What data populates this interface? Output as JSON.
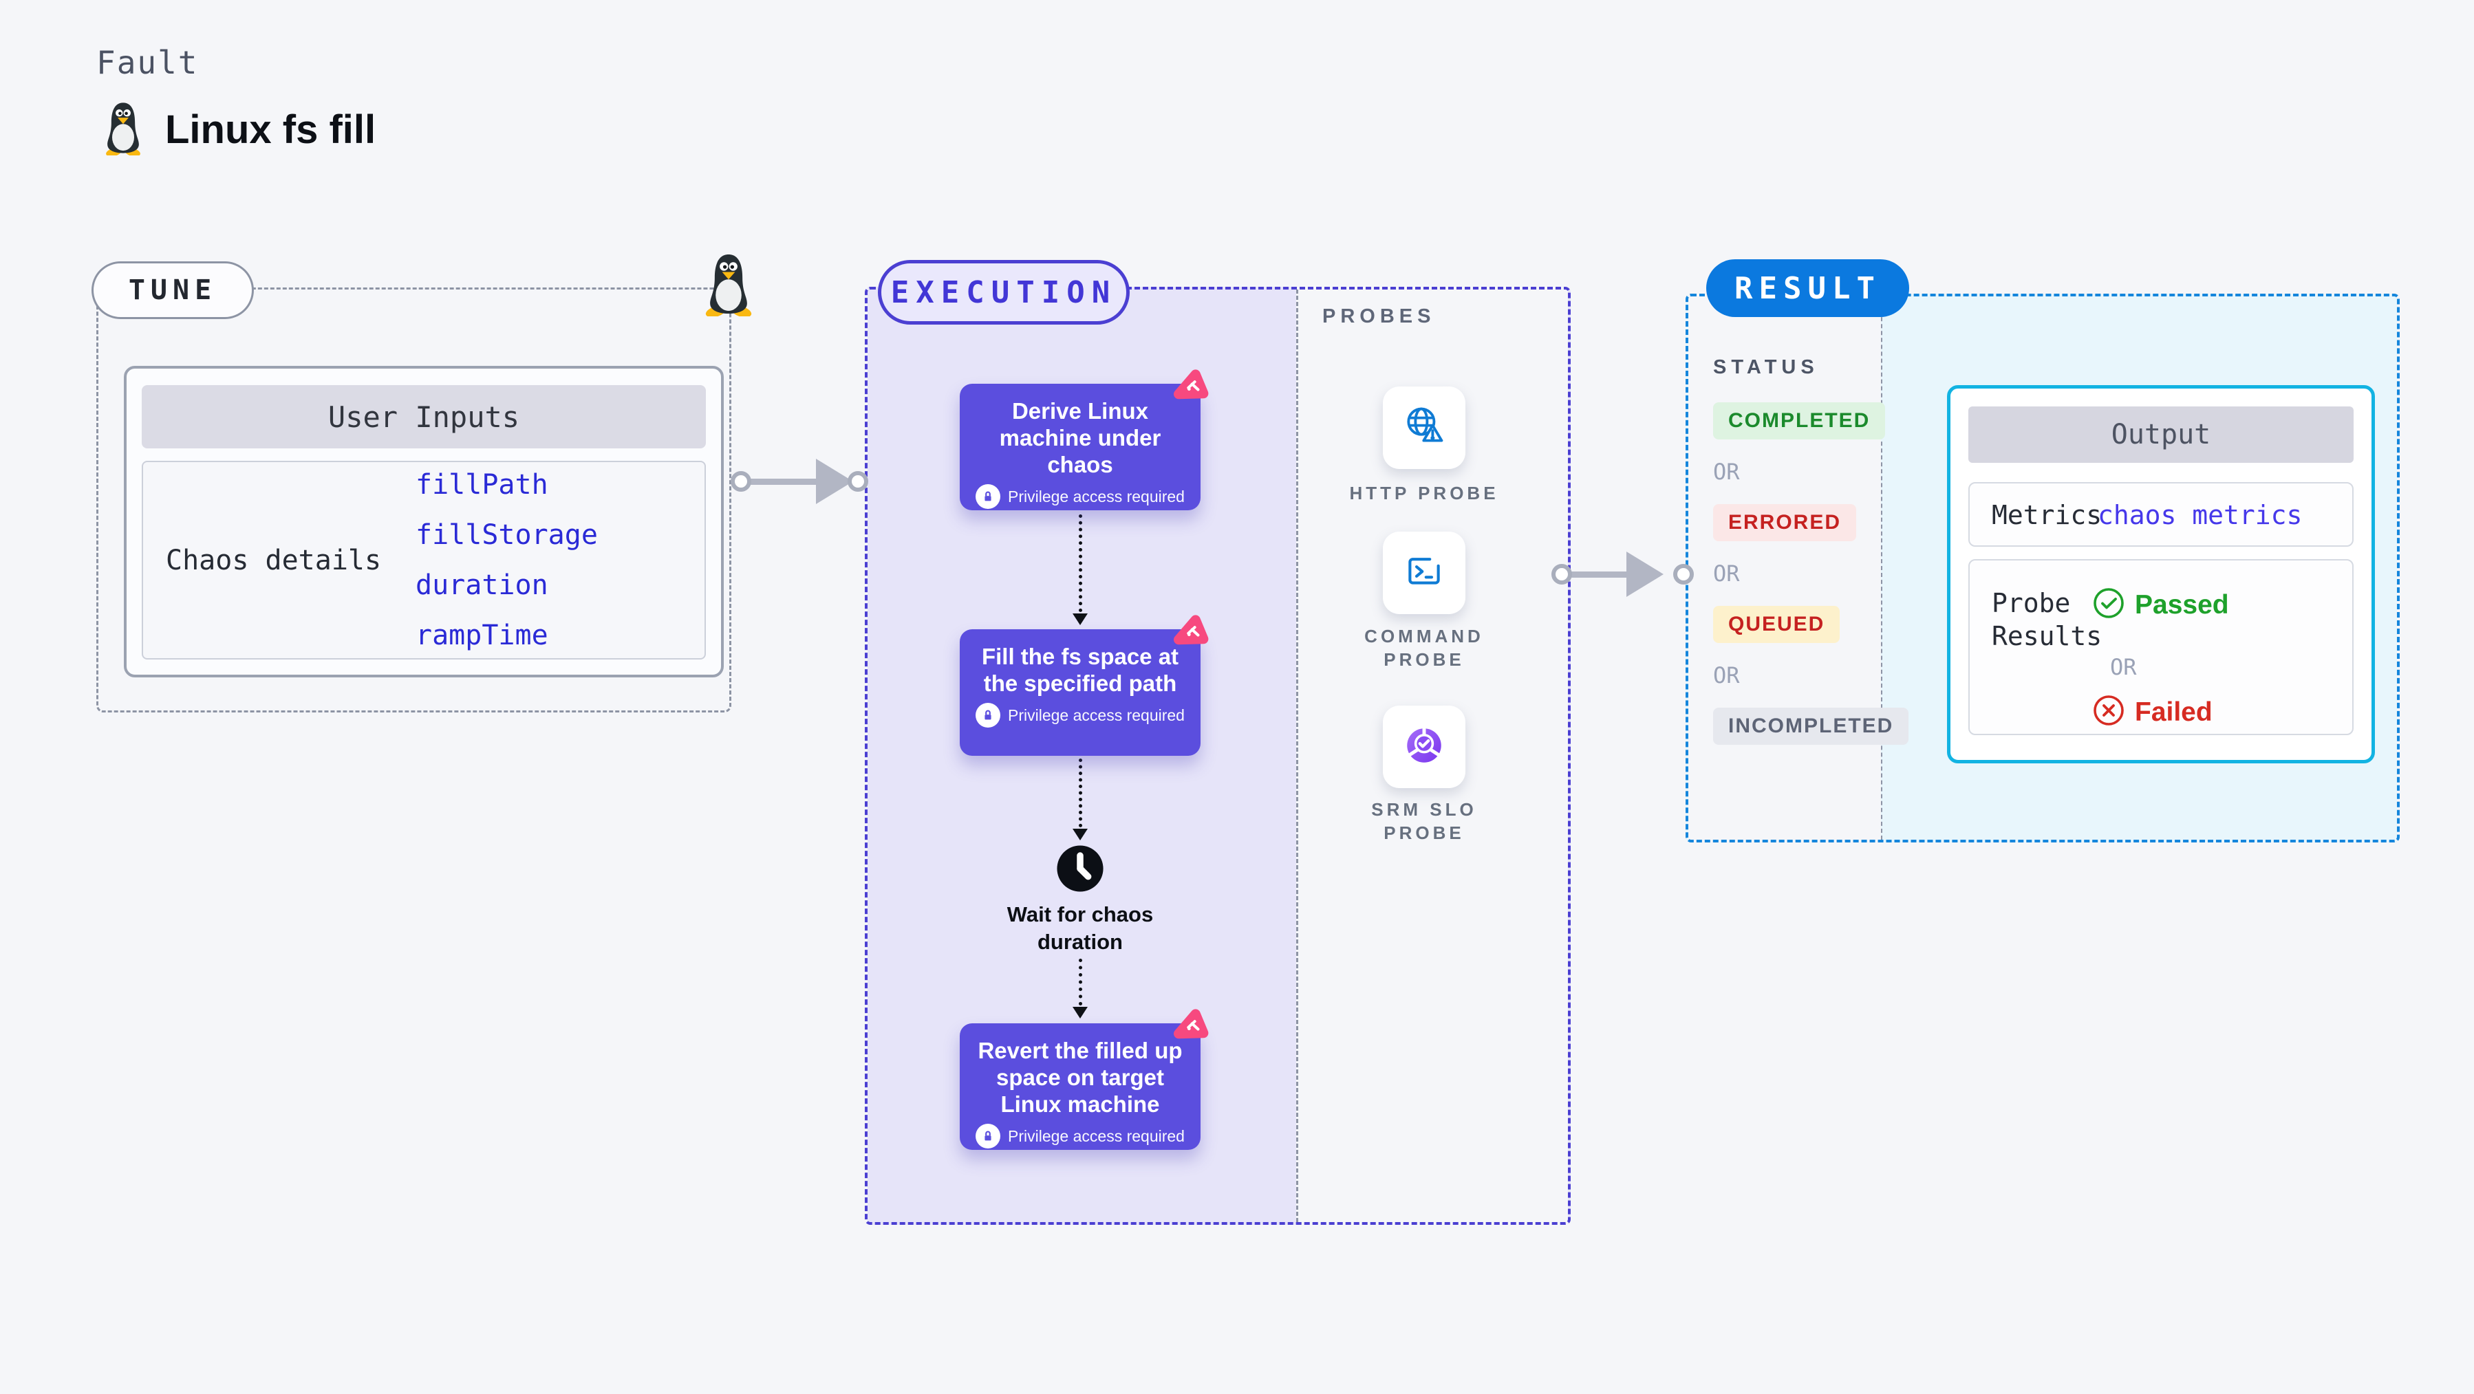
{
  "header": {
    "kicker": "Fault",
    "title": "Linux fs fill",
    "icon": "tux-penguin-icon"
  },
  "tune": {
    "label": "TUNE",
    "user_inputs_title": "User Inputs",
    "row_label": "Chaos details",
    "params": [
      "fillPath",
      "fillStorage",
      "duration",
      "rampTime"
    ]
  },
  "execution": {
    "label": "EXECUTION",
    "steps": [
      {
        "title": "Derive Linux machine under chaos",
        "badge": "Privilege access required",
        "icon": "chaos-pink-icon"
      },
      {
        "title": "Fill the fs space at the specified path",
        "badge": "Privilege access required",
        "icon": "chaos-pink-icon"
      },
      {
        "title": "Wait for chaos duration",
        "icon": "clock-icon"
      },
      {
        "title": "Revert the filled up space on target Linux machine",
        "badge": "Privilege access required",
        "icon": "chaos-pink-icon"
      }
    ]
  },
  "probes": {
    "label": "PROBES",
    "items": [
      {
        "name": "HTTP PROBE",
        "icon": "globe-alert-icon"
      },
      {
        "name": "COMMAND PROBE",
        "icon": "terminal-icon"
      },
      {
        "name": "SRM SLO PROBE",
        "icon": "slo-donut-check-icon"
      }
    ]
  },
  "result": {
    "label": "RESULT",
    "status_label": "STATUS",
    "statuses": [
      {
        "text": "COMPLETED",
        "type": "success"
      },
      {
        "text": "OR",
        "type": "or"
      },
      {
        "text": "ERRORED",
        "type": "error"
      },
      {
        "text": "OR",
        "type": "or"
      },
      {
        "text": "QUEUED",
        "type": "warning"
      },
      {
        "text": "OR",
        "type": "or"
      },
      {
        "text": "INCOMPLETED",
        "type": "neutral"
      }
    ],
    "output": {
      "title": "Output",
      "metrics_label": "Metrics",
      "metrics_value": "chaos metrics",
      "probe_results_label": "Probe Results",
      "passed_label": "Passed",
      "or_label": "OR",
      "failed_label": "Failed"
    }
  },
  "colors": {
    "step_card": "#5b4ede",
    "execution_panel": "#e6e4f9",
    "execution_border": "#4b3fd2",
    "result_pill": "#0b79df",
    "result_border": "#1586dc",
    "output_border": "#12b3e2",
    "result_panel": "#e8f6fc",
    "chaos_pink": "#f7497f",
    "success_green": "#1ea12b",
    "fail_red": "#d62b22",
    "param_blue": "#2a2ad6"
  }
}
